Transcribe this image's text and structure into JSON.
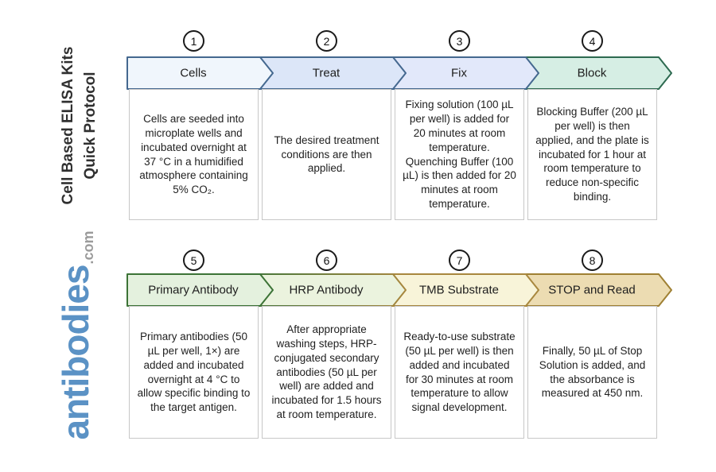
{
  "brand": {
    "logo_text": "antibodies",
    "logo_suffix": ".com",
    "logo_color": "#5b92c5",
    "logo_suffix_color": "#9b9b9b"
  },
  "title": {
    "line1": "Cell Based ELISA Kits",
    "line2": "Quick Protocol"
  },
  "palette": {
    "blue_border": "#44688f",
    "green_border": "#2d6a50",
    "primary_green_border": "#3c7336",
    "tan_border": "#a8873e",
    "stop_border": "#9f8033",
    "box_border": "#c7c7c7",
    "body_text": "#1f1f1f"
  },
  "rows": [
    {
      "steps": [
        {
          "number": "1",
          "label": "Cells",
          "fill": "#f0f6fc",
          "border": "#44688f",
          "description": "Cells are seeded into microplate wells and incubated overnight at 37 °C in a humidified atmosphere containing 5% CO₂."
        },
        {
          "number": "2",
          "label": "Treat",
          "fill": "#dce6f8",
          "border": "#44688f",
          "description": "The desired treatment conditions are then applied."
        },
        {
          "number": "3",
          "label": "Fix",
          "fill": "#e2e8fa",
          "border": "#44688f",
          "description": "Fixing solution (100 µL per well) is added for 20 minutes at room temperature. Quenching Buffer (100 µL) is then added for 20 minutes at room temperature."
        },
        {
          "number": "4",
          "label": "Block",
          "fill": "#d6eee4",
          "border": "#2d6a50",
          "description": "Blocking Buffer (200 µL per well) is then applied, and the plate is incubated for 1 hour at room temperature to reduce non-specific binding."
        }
      ]
    },
    {
      "steps": [
        {
          "number": "5",
          "label": "Primary Antibody",
          "fill": "#e4f1de",
          "border": "#3c7336",
          "description": "Primary antibodies (50 µL per well, 1×) are added and incubated overnight at 4 °C to allow specific binding to the target antigen."
        },
        {
          "number": "6",
          "label": "HRP Antibody",
          "fill": "#ebf3de",
          "border": "#49763a → #a8873e",
          "description": "After appropriate washing steps, HRP-conjugated secondary antibodies (50 µL per well) are added and incubated for 1.5 hours at room temperature."
        },
        {
          "number": "7",
          "label": "TMB Substrate",
          "fill": "#f8f4d9",
          "border": "#a8873e",
          "description": "Ready-to-use substrate (50 µL per well) is then added and incubated for 30 minutes at room temperature to allow signal development."
        },
        {
          "number": "8",
          "label": "STOP and Read",
          "fill": "#ecdcb2",
          "border": "#9f8033",
          "description": "Finally, 50 µL of Stop Solution is added, and the absorbance is measured at 450 nm."
        }
      ]
    }
  ]
}
